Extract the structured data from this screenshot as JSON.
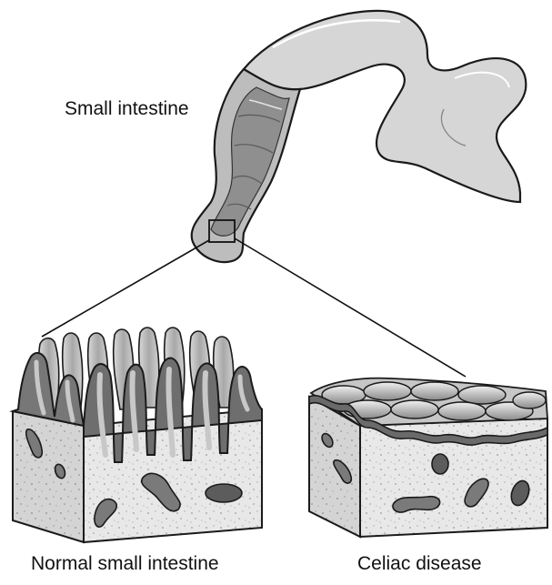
{
  "labels": {
    "small_intestine": "Small intestine",
    "normal": "Normal small intestine",
    "celiac": "Celiac disease"
  },
  "colors": {
    "outline": "#1a1a1a",
    "tube": "#cfcfcf",
    "tube_inner": "#9a9a9a",
    "tissue": "#e6e6e6",
    "tissue_side": "#d2d2d2",
    "villus": "#6e6e6e",
    "villus_light": "#bdbdbd",
    "flat_surface": "#8c8c8c"
  }
}
